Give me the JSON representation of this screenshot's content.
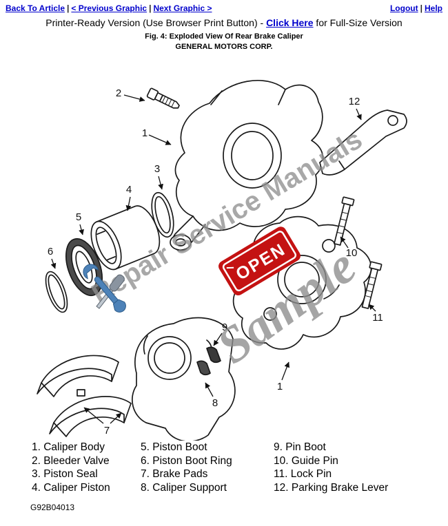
{
  "header": {
    "back_to_article": "Back To Article",
    "previous_graphic": "< Previous Graphic",
    "next_graphic": "Next Graphic >",
    "logout": "Logout",
    "help": "Help",
    "separator": "|"
  },
  "subheader": {
    "before": "Printer-Ready Version (Use Browser Print Button) - ",
    "click_here": "Click Here",
    "after": " for Full-Size Version"
  },
  "figure": {
    "title": "Fig. 4: Exploded View Of Rear Brake Caliper",
    "company": "GENERAL MOTORS CORP.",
    "code": "G92B04013",
    "watermark_line": "Repair Service Manuals",
    "watermark_sample": "Sample",
    "open_badge": "OPEN"
  },
  "diagram": {
    "callouts": [
      {
        "label": "2"
      },
      {
        "label": "1"
      },
      {
        "label": "12"
      },
      {
        "label": "3"
      },
      {
        "label": "4"
      },
      {
        "label": "5"
      },
      {
        "label": "6"
      },
      {
        "label": "10"
      },
      {
        "label": "9"
      },
      {
        "label": "11"
      },
      {
        "label": "1"
      },
      {
        "label": "8"
      },
      {
        "label": "7"
      }
    ]
  },
  "legend": {
    "columns": [
      {
        "items": [
          "1. Caliper Body",
          "2. Bleeder Valve",
          "3. Piston Seal",
          "4. Caliper Piston"
        ]
      },
      {
        "items": [
          "5. Piston Boot",
          "6. Piston Boot Ring",
          "7. Brake Pads",
          "8. Caliper Support"
        ]
      },
      {
        "items": [
          "9. Pin Boot",
          "10. Guide Pin",
          "11. Lock Pin",
          "12. Parking Brake Lever"
        ]
      }
    ]
  },
  "colors": {
    "link_blue": "#0000cc",
    "watermark_gray": "#909090",
    "open_red": "#c41212"
  }
}
